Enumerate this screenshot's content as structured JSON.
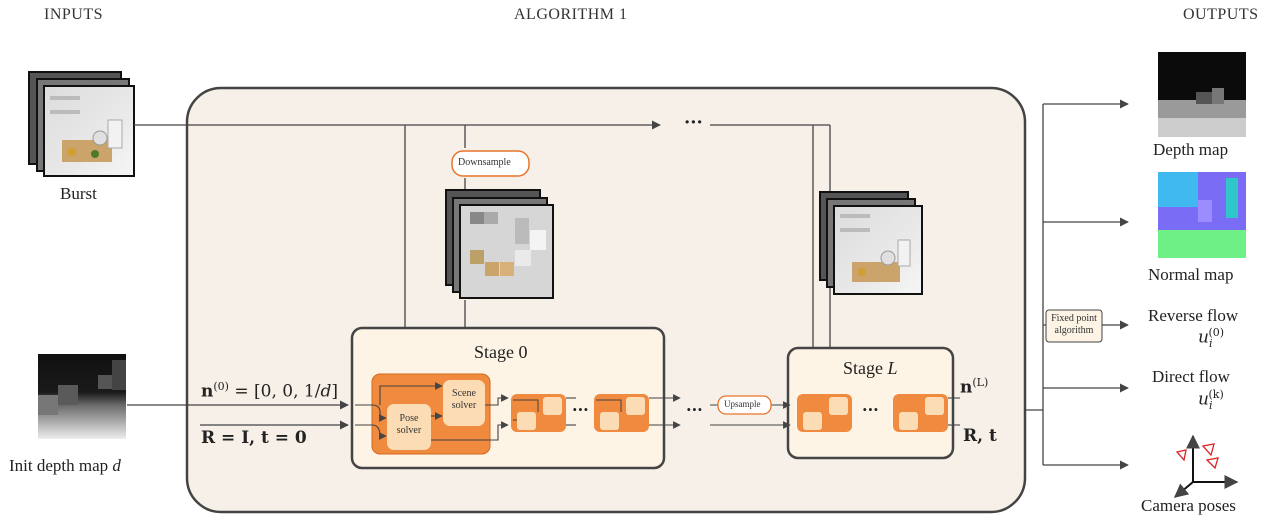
{
  "headers": {
    "inputs": "INPUTS",
    "algorithm": "ALGORITHM 1",
    "outputs": "OUTPUTS"
  },
  "inputs": {
    "burst_label": "Burst",
    "init_depth_label": "Init depth map ",
    "init_depth_var": "d",
    "normal_init": "n",
    "normal_sup": "(0)",
    "normal_eq": " = [0, 0, 1/",
    "normal_d": "d",
    "normal_close": "]",
    "pose_init": "R = I, t = 0"
  },
  "algorithm": {
    "downsample": "Downsample",
    "upsample": "Upsample",
    "ellipsis": "···",
    "stage0_title": "Stage 0",
    "stageL_title": "Stage ",
    "stageL_var": "L",
    "pose_solver": "Pose solver",
    "scene_solver": "Scene solver",
    "out_normal": "n",
    "out_normal_sup": "(L)",
    "out_pose": "R, t"
  },
  "outputs": {
    "depth_map": "Depth map",
    "normal_map": "Normal map",
    "fixed_point": "Fixed point algorithm",
    "reverse_flow": "Reverse flow",
    "reverse_flow_var": "u",
    "reverse_flow_sub": "i",
    "reverse_flow_sup": "(0)",
    "direct_flow": "Direct flow",
    "direct_flow_var": "u",
    "direct_flow_sub": "i",
    "direct_flow_sup": "(k)",
    "camera_poses": "Camera poses"
  },
  "colors": {
    "algo_bg": "#f6f0e8",
    "stage_bg": "#fdf4e6",
    "solver_orange": "#ef8a3e",
    "solver_inner": "#fbdcb5",
    "arrow": "#444444",
    "downsample_border": "#e8742a"
  }
}
